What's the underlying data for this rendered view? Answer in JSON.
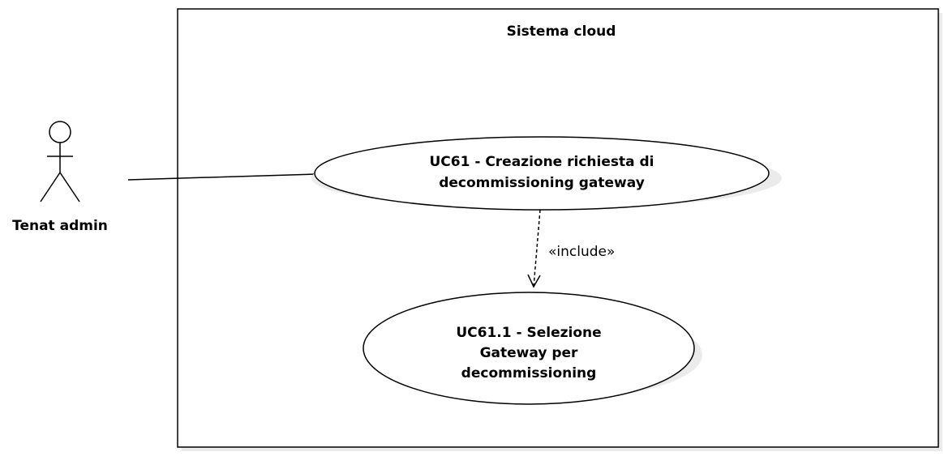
{
  "system": {
    "title": "Sistema cloud"
  },
  "actor": {
    "name": "Tenat admin"
  },
  "use_cases": [
    {
      "lines": [
        "UC61 - Creazione richiesta di",
        "decommissioning gateway"
      ]
    },
    {
      "lines": [
        "UC61.1 - Selezione",
        "Gateway per",
        "decommissioning"
      ]
    }
  ],
  "relation": {
    "label": "«include»"
  }
}
